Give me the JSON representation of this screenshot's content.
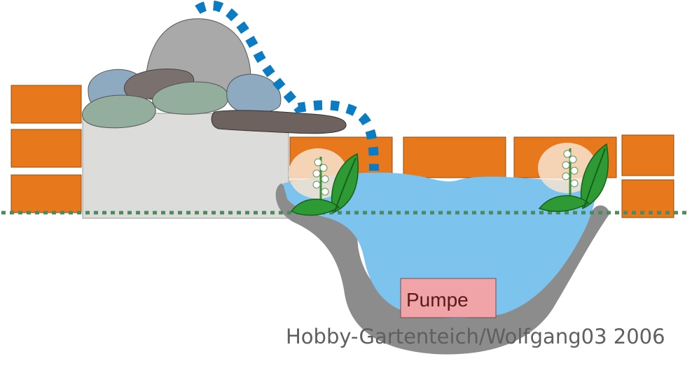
{
  "labels": {
    "pump": "Pumpe",
    "credit": "Hobby-Gartenteich/Wolfgang03 2006"
  },
  "colors": {
    "brick": "#e8781c",
    "brick_edge": "#9a4a0e",
    "wall": "#dcdcda",
    "water": "#7cc4ee",
    "liner": "#8c8c8c",
    "flow": "#0a7cc4",
    "ground_line": "#4a8a5e",
    "pump_fill": "#f0a4a8",
    "stone_gray": "#a9a9a9",
    "stone_blue": "#8eaac0",
    "stone_green": "#93ae9c",
    "stone_dark": "#7a716e",
    "slab": "#6e625e",
    "leaf": "#2e9a34",
    "leaf_dark": "#17601c"
  },
  "icons": [
    "waterfall-flow",
    "plant",
    "stone",
    "brick",
    "pump"
  ]
}
